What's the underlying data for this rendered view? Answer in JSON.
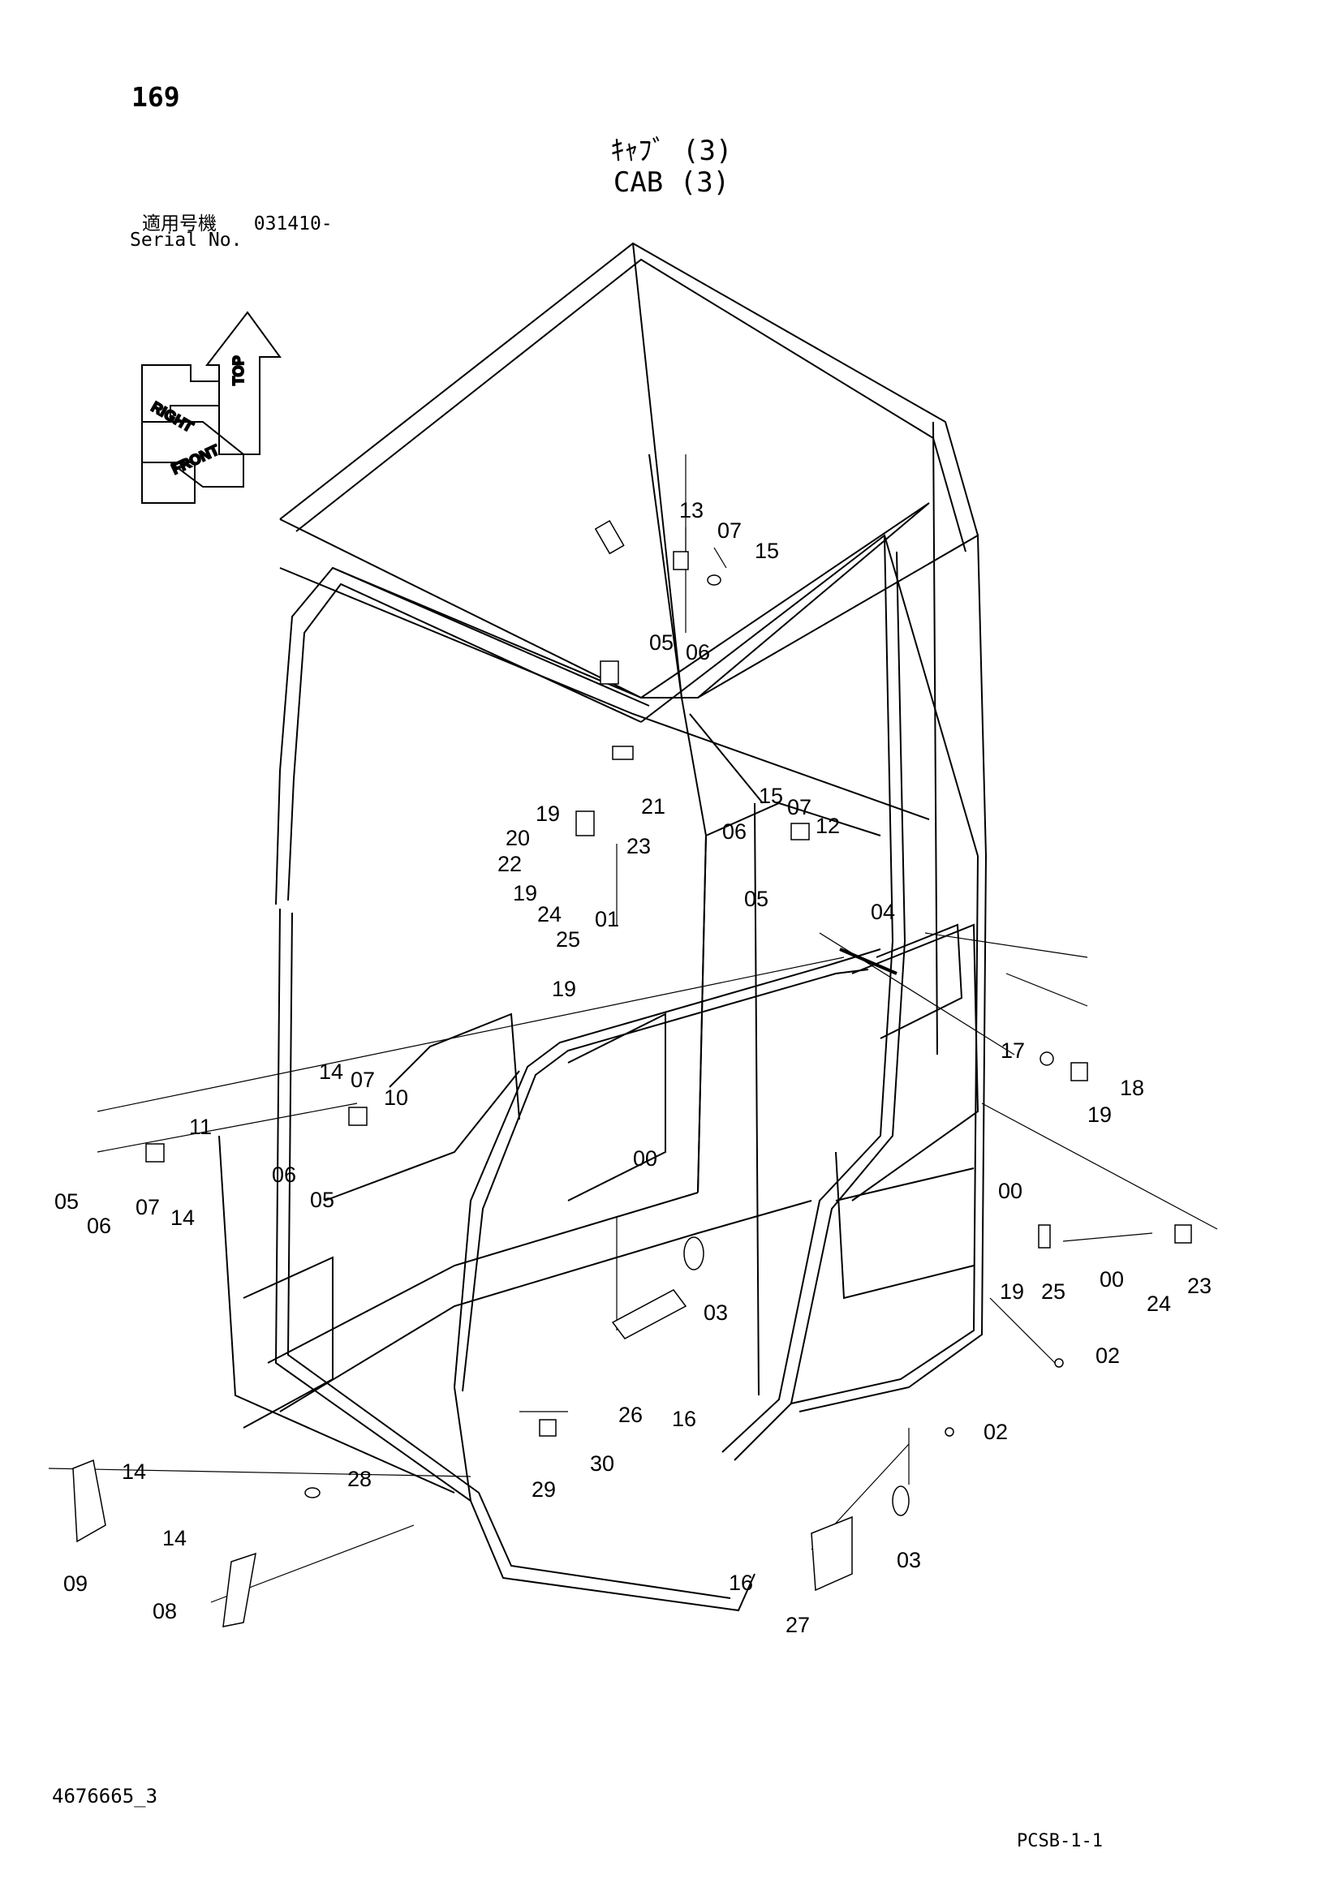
{
  "header": {
    "page_number": "169",
    "title_jp": "ｷｬﾌﾞ (3)",
    "title_en": "CAB (3)",
    "serial_label_jp": "適用号機",
    "serial_value": "031410-",
    "serial_label_en": "Serial No."
  },
  "orientation": {
    "top": "TOP",
    "right": "RIGHT",
    "front": "FRONT"
  },
  "callouts": [
    {
      "label": "13"
    },
    {
      "label": "07"
    },
    {
      "label": "15"
    },
    {
      "label": "05"
    },
    {
      "label": "06"
    },
    {
      "label": "19"
    },
    {
      "label": "21"
    },
    {
      "label": "20"
    },
    {
      "label": "22"
    },
    {
      "label": "23"
    },
    {
      "label": "19"
    },
    {
      "label": "24"
    },
    {
      "label": "01"
    },
    {
      "label": "25"
    },
    {
      "label": "19"
    },
    {
      "label": "15"
    },
    {
      "label": "07"
    },
    {
      "label": "06"
    },
    {
      "label": "12"
    },
    {
      "label": "05"
    },
    {
      "label": "04"
    },
    {
      "label": "17"
    },
    {
      "label": "18"
    },
    {
      "label": "19"
    },
    {
      "label": "14"
    },
    {
      "label": "07"
    },
    {
      "label": "10"
    },
    {
      "label": "06"
    },
    {
      "label": "05"
    },
    {
      "label": "11"
    },
    {
      "label": "05"
    },
    {
      "label": "06"
    },
    {
      "label": "07"
    },
    {
      "label": "14"
    },
    {
      "label": "00"
    },
    {
      "label": "00"
    },
    {
      "label": "19"
    },
    {
      "label": "25"
    },
    {
      "label": "00"
    },
    {
      "label": "24"
    },
    {
      "label": "23"
    },
    {
      "label": "03"
    },
    {
      "label": "02"
    },
    {
      "label": "26"
    },
    {
      "label": "16"
    },
    {
      "label": "02"
    },
    {
      "label": "28"
    },
    {
      "label": "29"
    },
    {
      "label": "30"
    },
    {
      "label": "14"
    },
    {
      "label": "09"
    },
    {
      "label": "14"
    },
    {
      "label": "08"
    },
    {
      "label": "03"
    },
    {
      "label": "16"
    },
    {
      "label": "27"
    }
  ],
  "footer": {
    "drawing_id": "4676665_3",
    "page_code": "PCSB-1-1"
  }
}
